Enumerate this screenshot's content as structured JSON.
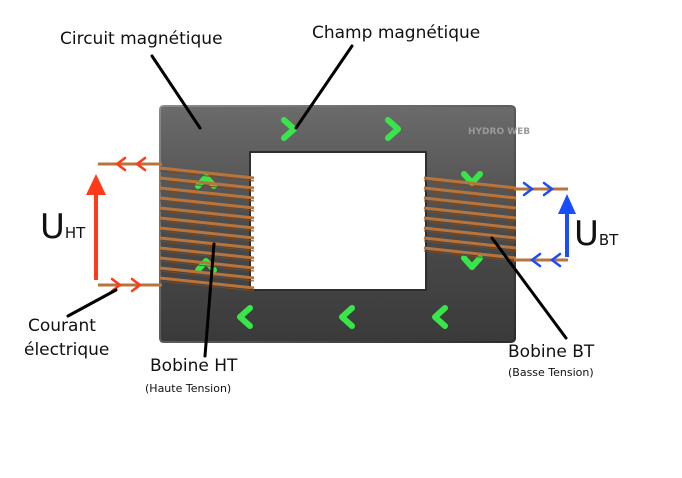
{
  "labels": {
    "circuit": "Circuit magnétique",
    "champ": "Champ magnétique",
    "courant_line1": "Courant",
    "courant_line2": "électrique",
    "bobine_ht": "Bobine HT",
    "bobine_ht_sub": "(Haute Tension)",
    "bobine_bt": "Bobine BT",
    "bobine_bt_sub": "(Basse Tension)",
    "u_ht_main": "U",
    "u_ht_sub": "HT",
    "u_bt_main": "U",
    "u_bt_sub": "BT",
    "watermark": "HYDRO WEB"
  },
  "colors": {
    "core": "#4a4a4a",
    "core_light": "#6a6a6a",
    "flux_arrow": "#39e64a",
    "copper": "#b8743a",
    "ht_current": "#ff3b1a",
    "bt_current": "#1a4dff"
  }
}
